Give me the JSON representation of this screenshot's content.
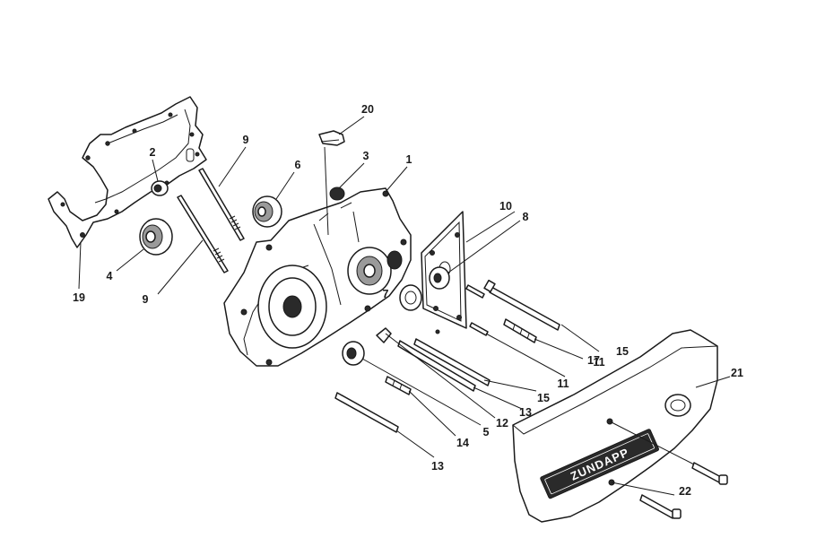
{
  "diagram": {
    "brand_logo_text": "ZUNDAPP",
    "callouts": [
      {
        "id": "c1",
        "label": "1"
      },
      {
        "id": "c2",
        "label": "2"
      },
      {
        "id": "c3",
        "label": "3"
      },
      {
        "id": "c4",
        "label": "4"
      },
      {
        "id": "c5",
        "label": "5"
      },
      {
        "id": "c6",
        "label": "6"
      },
      {
        "id": "c7",
        "label": "7"
      },
      {
        "id": "c8",
        "label": "8"
      },
      {
        "id": "c9a",
        "label": "9"
      },
      {
        "id": "c9b",
        "label": "9"
      },
      {
        "id": "c10",
        "label": "10"
      },
      {
        "id": "c11a",
        "label": "11"
      },
      {
        "id": "c11b",
        "label": "11"
      },
      {
        "id": "c12",
        "label": "12"
      },
      {
        "id": "c13a",
        "label": "13"
      },
      {
        "id": "c13b",
        "label": "13"
      },
      {
        "id": "c14",
        "label": "14"
      },
      {
        "id": "c15a",
        "label": "15"
      },
      {
        "id": "c15b",
        "label": "15"
      },
      {
        "id": "c17",
        "label": "17"
      },
      {
        "id": "c19",
        "label": "19"
      },
      {
        "id": "c20",
        "label": "20"
      },
      {
        "id": "c21",
        "label": "21"
      },
      {
        "id": "c22",
        "label": "22"
      }
    ]
  }
}
